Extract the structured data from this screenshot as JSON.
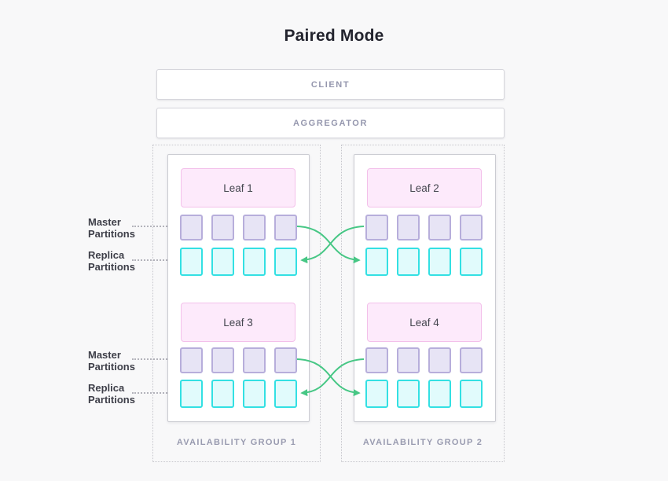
{
  "title": "Paired Mode",
  "client": {
    "label": "CLIENT"
  },
  "aggregator": {
    "label": "AGGREGATOR"
  },
  "partition_labels": {
    "master": [
      "Master",
      "Partitions"
    ],
    "replica": [
      "Replica",
      "Partitions"
    ]
  },
  "groups": [
    {
      "label": "AVAILABILITY GROUP 1",
      "leaves": [
        "Leaf 1",
        "Leaf 3"
      ]
    },
    {
      "label": "AVAILABILITY GROUP 2",
      "leaves": [
        "Leaf 2",
        "Leaf 4"
      ]
    }
  ],
  "partitions_per_row": 4,
  "replication": {
    "description": "master-to-replica cross-group arrows",
    "pairs": [
      "Leaf 1 master -> Leaf 2 replica",
      "Leaf 2 master -> Leaf 1 replica",
      "Leaf 3 master -> Leaf 4 replica",
      "Leaf 4 master -> Leaf 3 replica"
    ]
  },
  "colors": {
    "background": "#f8f8f9",
    "leaf_fill": "#fdeafb",
    "leaf_border": "#f3c0ea",
    "master_fill": "#e7e4f5",
    "master_border": "#b7aedb",
    "replica_fill": "#e1fbfc",
    "replica_border": "#33e0e3",
    "arrow_green": "#47c785",
    "muted_text": "#9597ae",
    "label_text": "#3e3f49"
  }
}
